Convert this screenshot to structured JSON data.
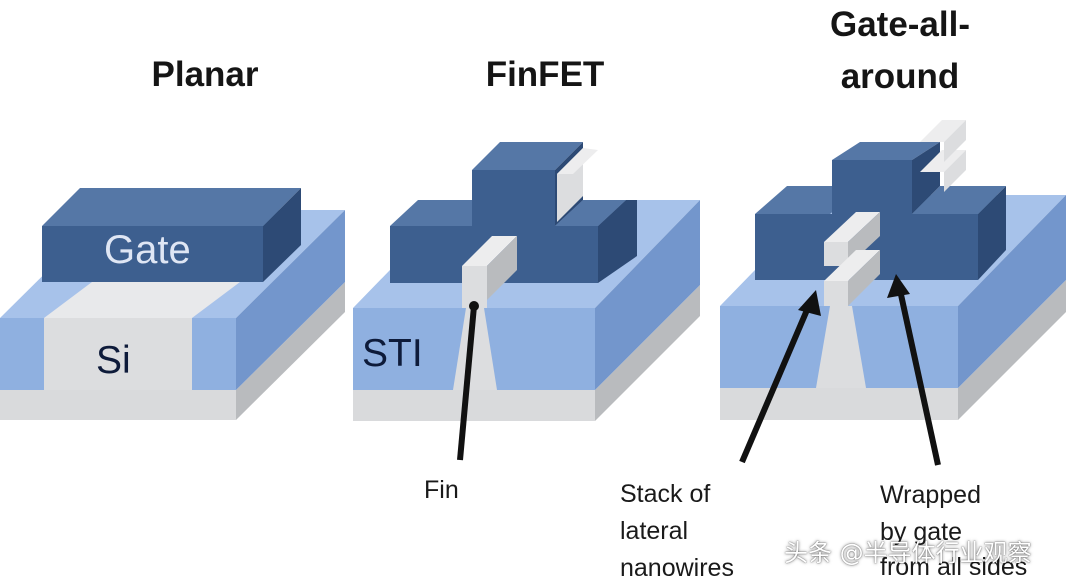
{
  "titles": {
    "planar": "Planar",
    "finfet": "FinFET",
    "gaa_line1": "Gate-all-",
    "gaa_line2": "around"
  },
  "labels": {
    "gate": "Gate",
    "si": "Si",
    "sti": "STI",
    "fin": "Fin",
    "stack_line1": "Stack of",
    "stack_line2": "lateral",
    "stack_line3": "nanowires",
    "wrapped_line1": "Wrapped",
    "wrapped_line2": "by gate",
    "wrapped_line3": "from all sides"
  },
  "watermark": "头条 @半导体行业观察",
  "colors": {
    "gate_front": "#3d5f8f",
    "gate_top": "#5577a6",
    "gate_side": "#2d4a75",
    "oxide_front": "#8fb0e0",
    "oxide_top": "#a7c2ea",
    "oxide_side": "#7396cc",
    "silicon_front": "#d9dadc",
    "silicon_top": "#e6e7e9",
    "silicon_side": "#b9bbbe",
    "arrow": "#111111"
  }
}
